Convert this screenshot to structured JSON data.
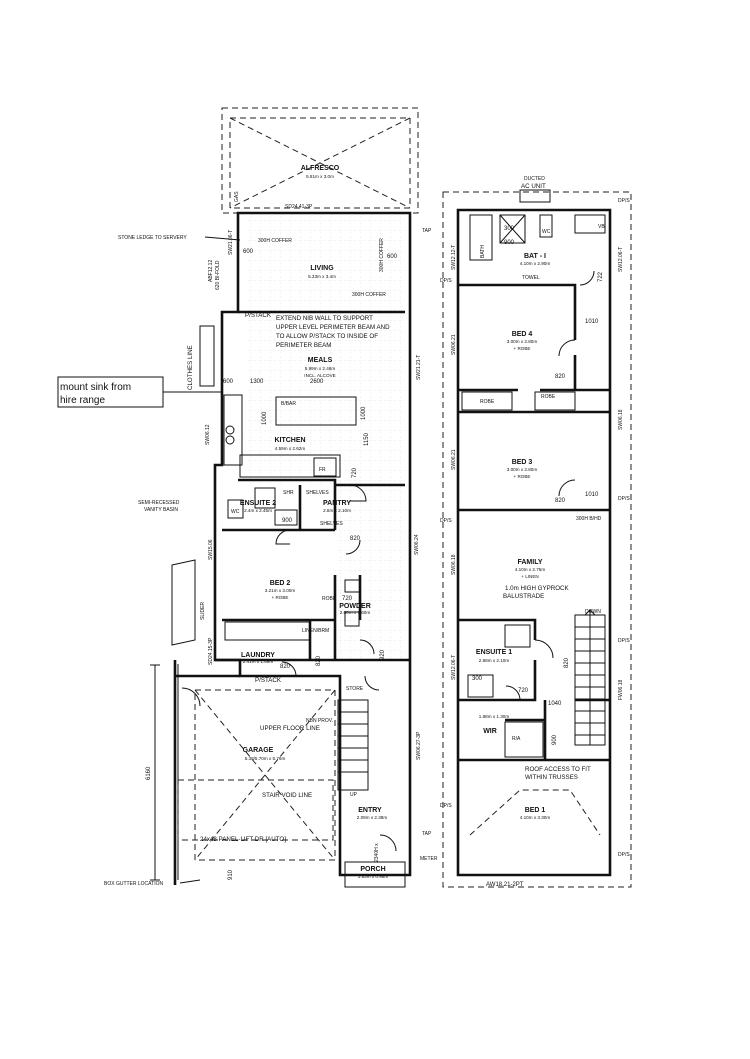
{
  "callout": {
    "line1": "mount sink from",
    "line2": "hire range"
  },
  "ground_floor": {
    "rooms": {
      "alfresco": {
        "name": "ALFRESCO",
        "size": "5.81m x 3.0m"
      },
      "living": {
        "name": "LIVING",
        "size": "5.33m x 3.4m"
      },
      "meals": {
        "name": "MEALS",
        "size": "5.99m x 2.46m",
        "extra": "INCL. ALCOVE"
      },
      "kitchen": {
        "name": "KITCHEN",
        "size": "4.59m x 2.62m"
      },
      "pantry": {
        "name": "PANTRY",
        "size": "2.8m x 2.10m"
      },
      "ensuite2": {
        "name": "ENSUITE 2",
        "size": "2.4m x 2.45m"
      },
      "bed2": {
        "name": "BED 2",
        "size": "3.21m x 3.00m",
        "extra": "+ ROBE"
      },
      "powder": {
        "name": "POWDER",
        "size": "2.00m x 1.60m"
      },
      "laundry": {
        "name": "LAUNDRY",
        "size": "2.41m x 1.69m"
      },
      "garage": {
        "name": "GARAGE",
        "size": "5.38/5.70m x 5.76m"
      },
      "entry": {
        "name": "ENTRY",
        "size": "2.09m x 2.38m"
      },
      "porch": {
        "name": "PORCH",
        "size": "1.83m x 0.96m"
      }
    },
    "notes": {
      "stone_ledge": "STONE LEDGE TO SERVERY",
      "nib_1": "EXTEND NIB WALL TO SUPPORT",
      "nib_2": "UPPER LEVEL PERIMETER BEAM AND",
      "nib_3": "TO ALLOW P/STACK TO INSIDE OF",
      "nib_4": "PERIMETER BEAM",
      "clothes_line": "CLOTHES LINE",
      "semi_recessed_1": "SEMI-RECESSED",
      "semi_recessed_2": "VANITY BASIN",
      "upper_floor_line": "UPPER FLOOR LINE",
      "stair_void_line": "STAIR VOID LINE",
      "garage_door": "24x48 PANEL-LIFT DR [AUTO]",
      "box_gutter": "BOX GUTTER LOCATION",
      "pstack_top": "P/STACK",
      "pstack_bottom": "P/STACK",
      "nbn": "NBN PROV.",
      "tap_top": "TAP",
      "tap_bottom": "TAP",
      "gas": "GAS",
      "meter": "METER",
      "store": "STORE",
      "up": "UP",
      "coffer_left": "300H COFFER",
      "coffer_right": "300H COFFER",
      "coffer_bottom": "300H COFFER",
      "bar": "B/BAR",
      "fr": "FR",
      "shelves_1": "SHELVES",
      "shelves_2": "SHELVES",
      "robe": "ROBE",
      "linen": "LINEN/BRM",
      "wc": "WC",
      "shr": "SHR"
    },
    "windows": {
      "sd_top": "SD24.41-3P",
      "sw_living_l": "SW21.06-T",
      "sw_right_1": "SW21.21-T",
      "sw_right_2": "SW06.24",
      "sw_right_3": "SW06.27-3P",
      "sw_left_kitchen": "SW06.12",
      "sw_left_bed2": "SW15.06",
      "sw_left_laundry": "SD24.15-3P",
      "abf": "ABF12.12",
      "bifold": "620 BI-FOLD",
      "ent": "2340H x",
      "wall_left": "SLIDER"
    },
    "dims": {
      "d600a": "600",
      "d600b": "600",
      "d600c": "600",
      "d1300": "1300",
      "d2600": "2600",
      "d1000a": "1000",
      "d1000b": "1000",
      "d1150": "1150",
      "d720a": "720",
      "d720b": "720",
      "d820a": "820",
      "d820b": "820",
      "d820c": "820",
      "d920": "920",
      "d6160": "6160",
      "d910": "910",
      "d900": "900"
    }
  },
  "upper_floor": {
    "rooms": {
      "bath": {
        "name": "BAT - I",
        "size": "4.10m x 2.90m"
      },
      "bed4": {
        "name": "BED 4",
        "size": "3.00m x 2.80m",
        "extra": "+ ROBE"
      },
      "bed3": {
        "name": "BED 3",
        "size": "3.00m x 2.80m",
        "extra": "+ ROBE"
      },
      "family": {
        "name": "FAMILY",
        "size": "4.10m x 2.75m",
        "extra": "+ LINEN"
      },
      "ensuite1": {
        "name": "ENSUITE 1",
        "size": "2.88m x 2.10m"
      },
      "bed1": {
        "name": "BED 1",
        "size": "4.10m x 3.30m"
      },
      "wir": {
        "name": "WIR",
        "size": "1.88m x 1.30m"
      }
    },
    "notes": {
      "ac_1": "DUCTED",
      "ac_2": "AC UNIT",
      "balustrade_1": "1.0m HIGH GYPROCK",
      "balustrade_2": "BALUSTRADE",
      "down": "DOWN",
      "roof_1": "ROOF ACCESS TO FIT",
      "roof_2": "WITHIN TRUSSES",
      "ra": "R/A",
      "robe_1": "ROBE",
      "robe_2": "ROBE",
      "towel": "TOWEL",
      "bath_word": "BATH",
      "wc": "WC",
      "vb": "VB",
      "bulk": "300H B/HD",
      "dp_1": "DP/S",
      "dp_2": "DP/S",
      "dp_3": "DP/S",
      "dp_4": "DP/S",
      "dp_5": "DP/S",
      "dp_6": "DP/S",
      "dp_7": "DP/S"
    },
    "windows": {
      "aw_bottom": "AW18.21-2PT",
      "sw_bath_l": "SW12.12-T",
      "sw_bath_r": "SW12.06-T",
      "sw_bed4": "SW06.21",
      "sw_bed3": "SW06.21",
      "sw_right_beds": "SW06.18",
      "sw_family": "SW06.18",
      "sw_ens": "SW12.06-T",
      "fw": "FW06.18"
    },
    "dims": {
      "d722": "722",
      "d1010a": "1010",
      "d1010b": "1010",
      "d820a": "820",
      "d820b": "820",
      "d820c": "820",
      "d720": "720",
      "d1040": "1040",
      "d900a": "900",
      "d900b": "900",
      "d300a": "300",
      "d300b": "300"
    }
  }
}
